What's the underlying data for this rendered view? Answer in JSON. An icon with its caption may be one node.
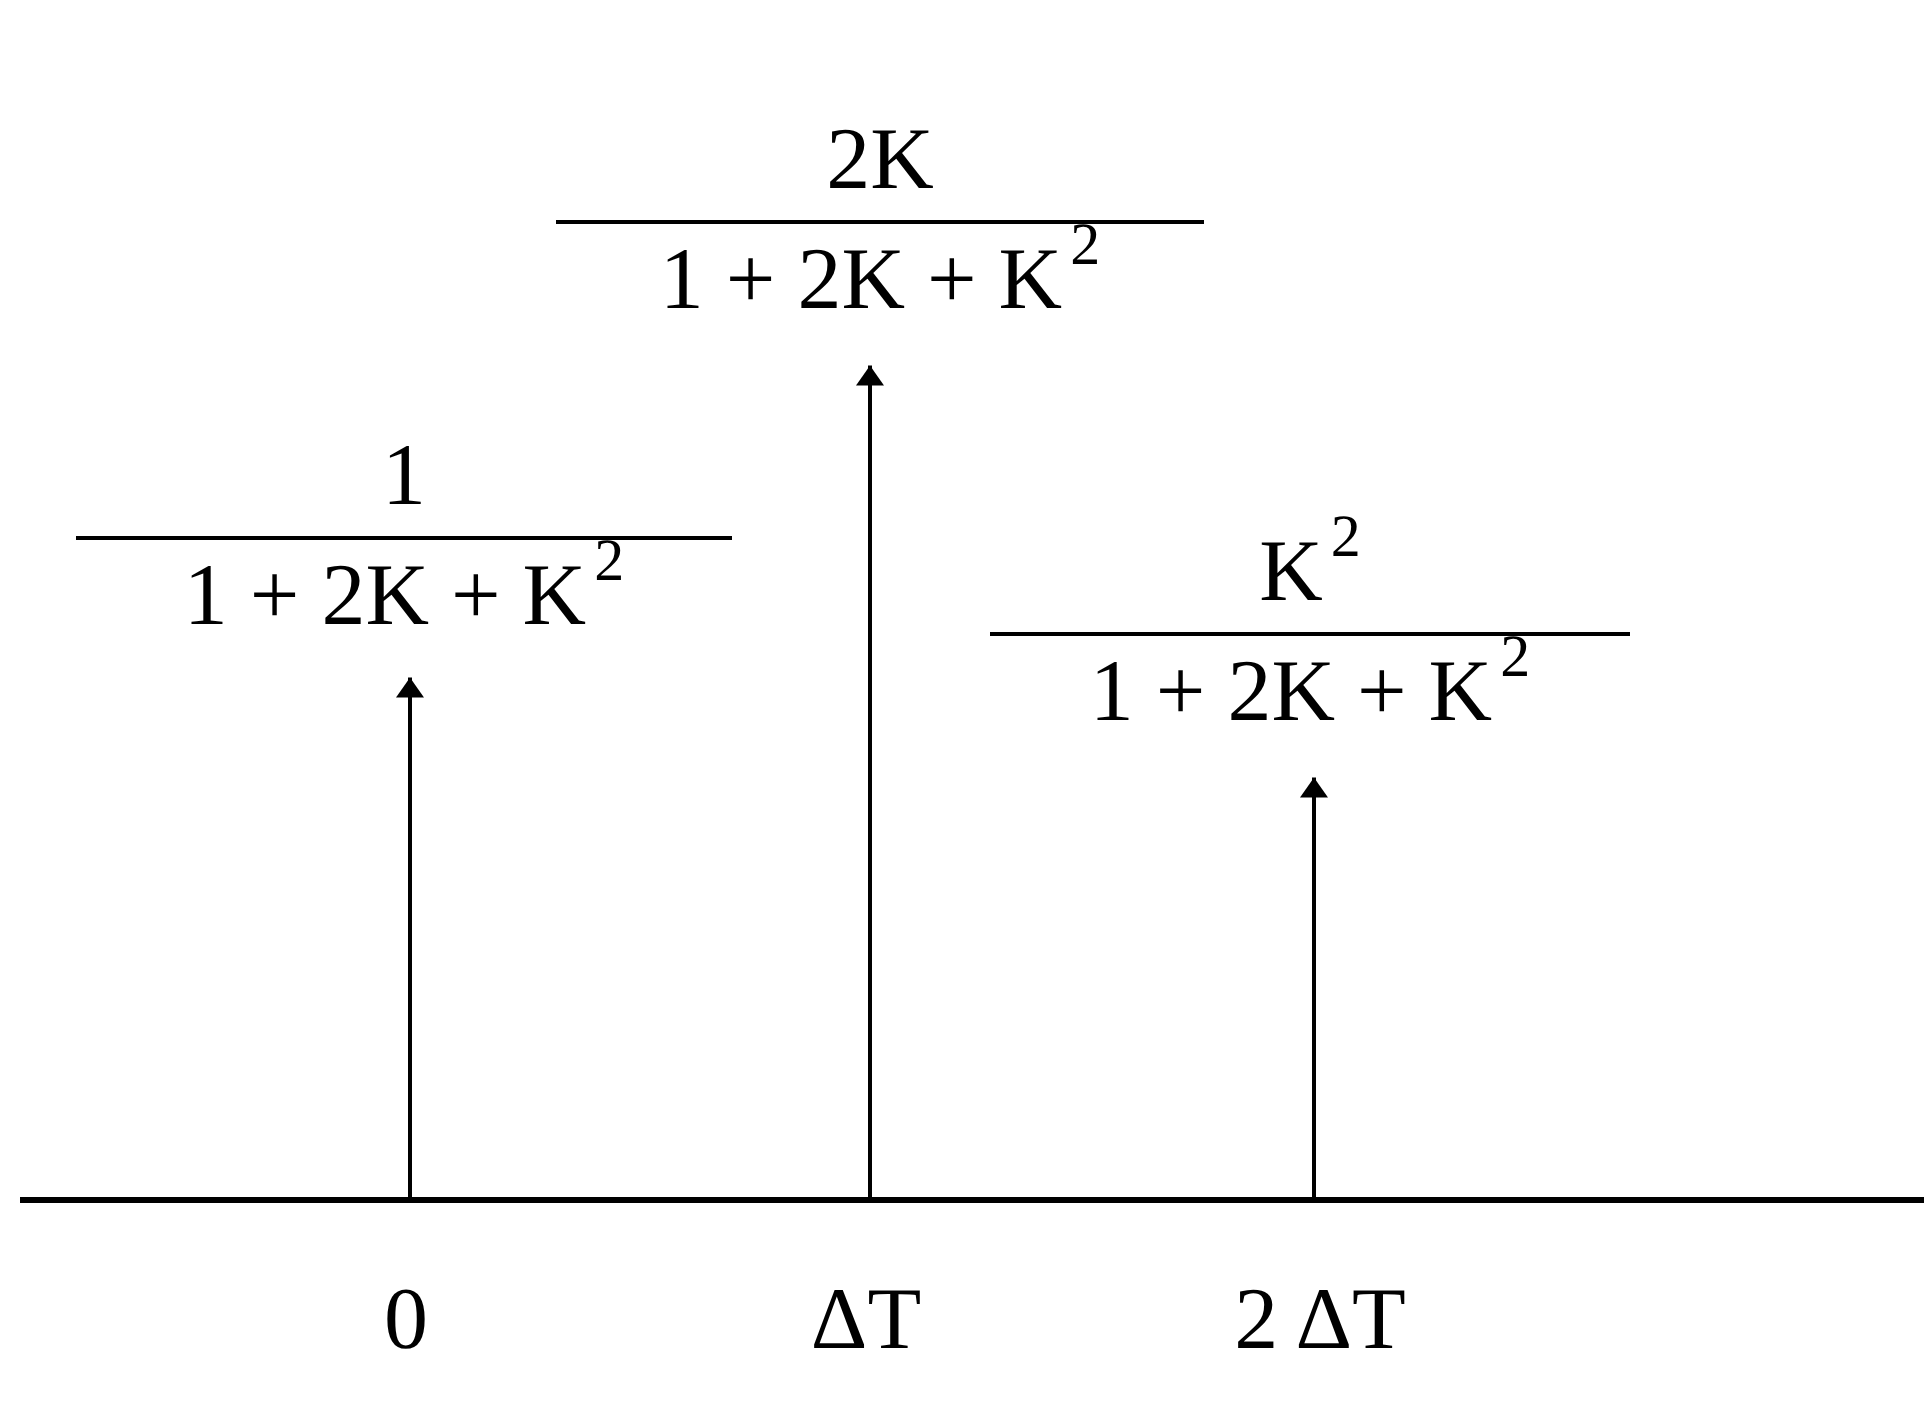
{
  "diagram": {
    "nodes": [
      {
        "text": [
          "1",
          "1 + 2K + K$^{2}$"
        ]
      },
      {
        "text": [
          "2K",
          "1 + 2K + K$^{2}$"
        ]
      },
      {
        "text": [
          "K$^{2}$",
          "1 + 2K + K$^{2}$"
        ]
      }
    ],
    "edges": [
      {
        "from": null,
        "to": 0,
        "arrow": "to"
      },
      {
        "from": null,
        "to": 1,
        "arrow": "to"
      },
      {
        "from": null,
        "to": 2,
        "arrow": "to"
      }
    ],
    "labels": [
      "0",
      "ΔT",
      "2 ΔT"
    ]
  }
}
